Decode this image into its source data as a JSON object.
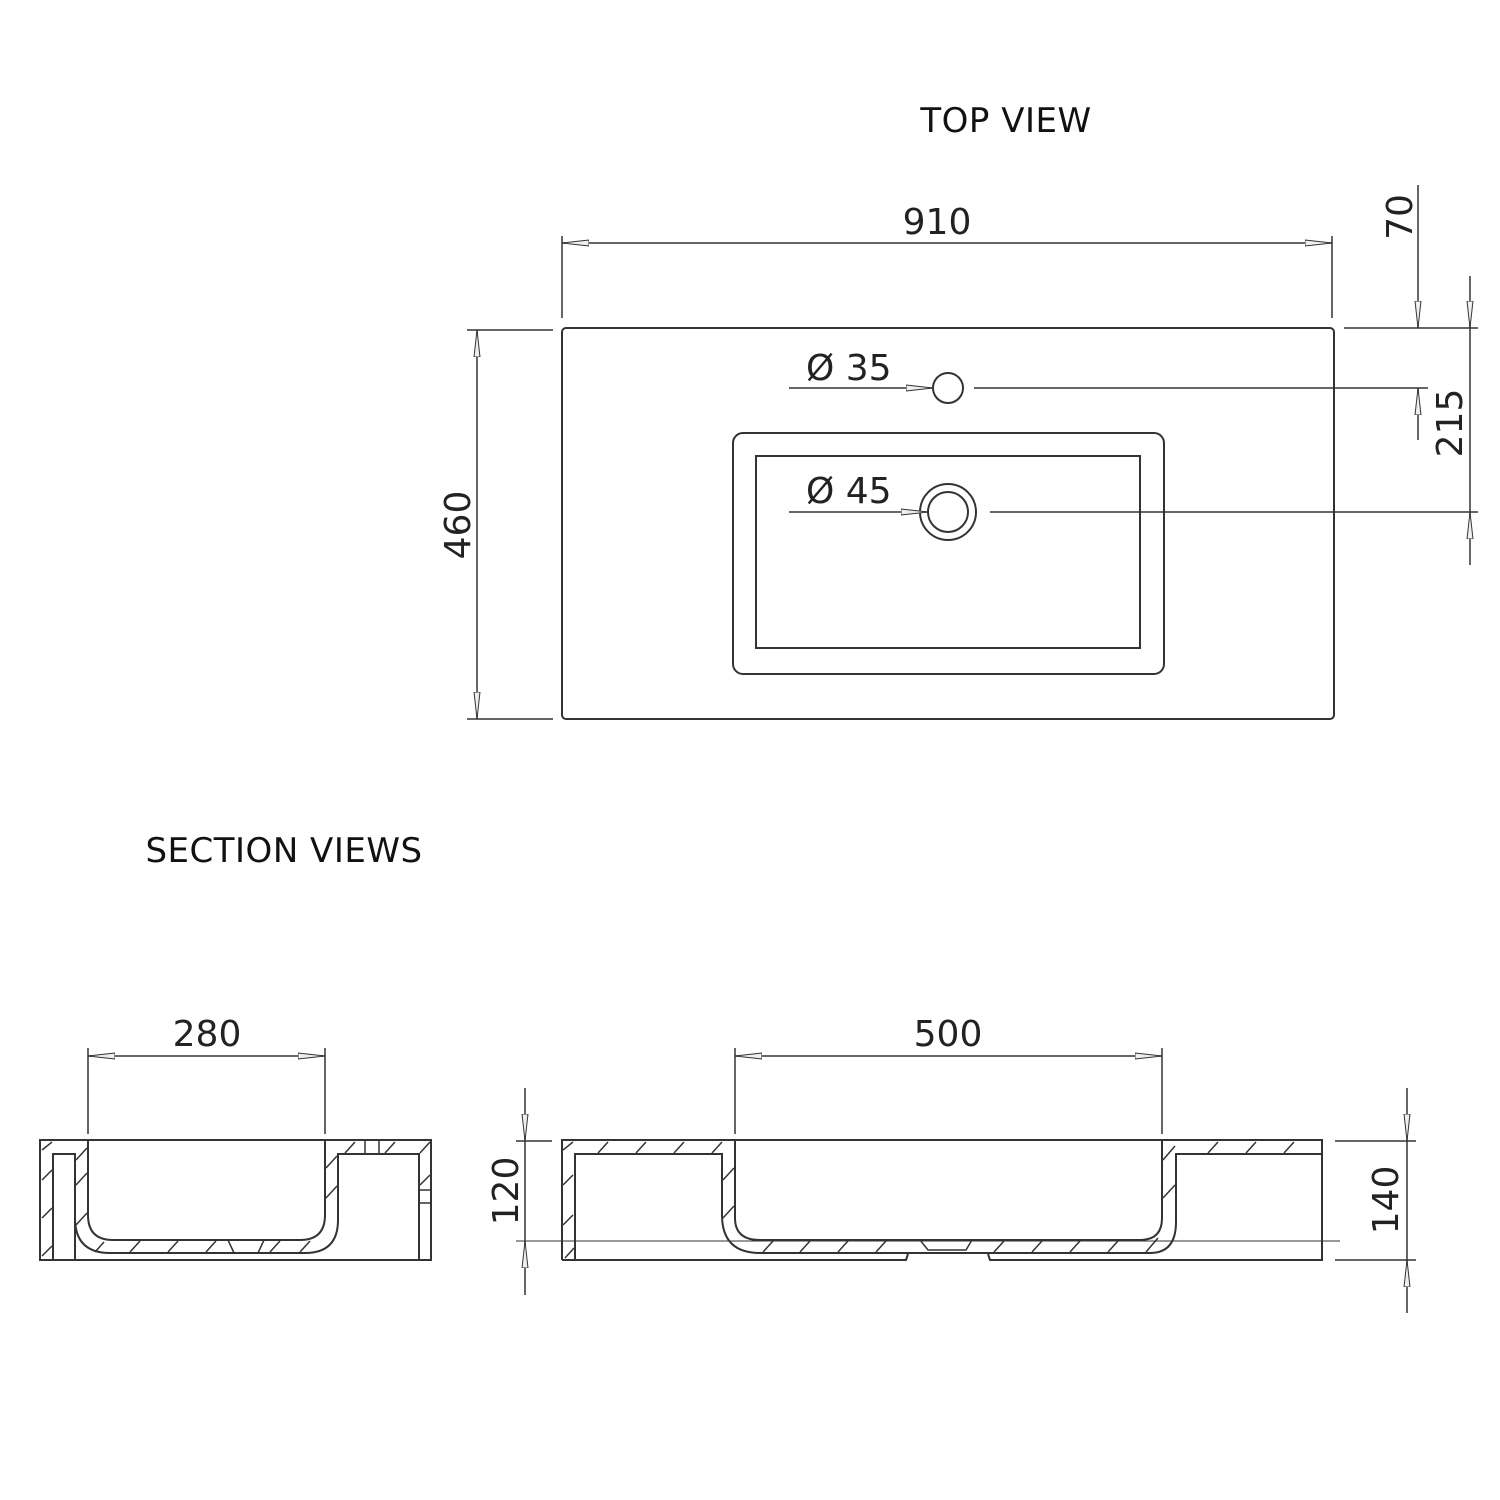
{
  "titles": {
    "top_view": "TOP VIEW",
    "section_views": "SECTION VIEWS"
  },
  "top_view": {
    "dims": {
      "overall_width": "910",
      "overall_depth": "460",
      "tap_hole_offset": "70",
      "waste_offset": "215",
      "tap_hole_diameter": "Ø 35",
      "waste_diameter": "Ø 45"
    }
  },
  "section_views": {
    "short_section": {
      "bowl_width": "280"
    },
    "long_section": {
      "bowl_width": "500",
      "bowl_depth": "120",
      "overall_height": "140"
    }
  },
  "colors": {
    "line": "#333333",
    "background": "#ffffff"
  }
}
